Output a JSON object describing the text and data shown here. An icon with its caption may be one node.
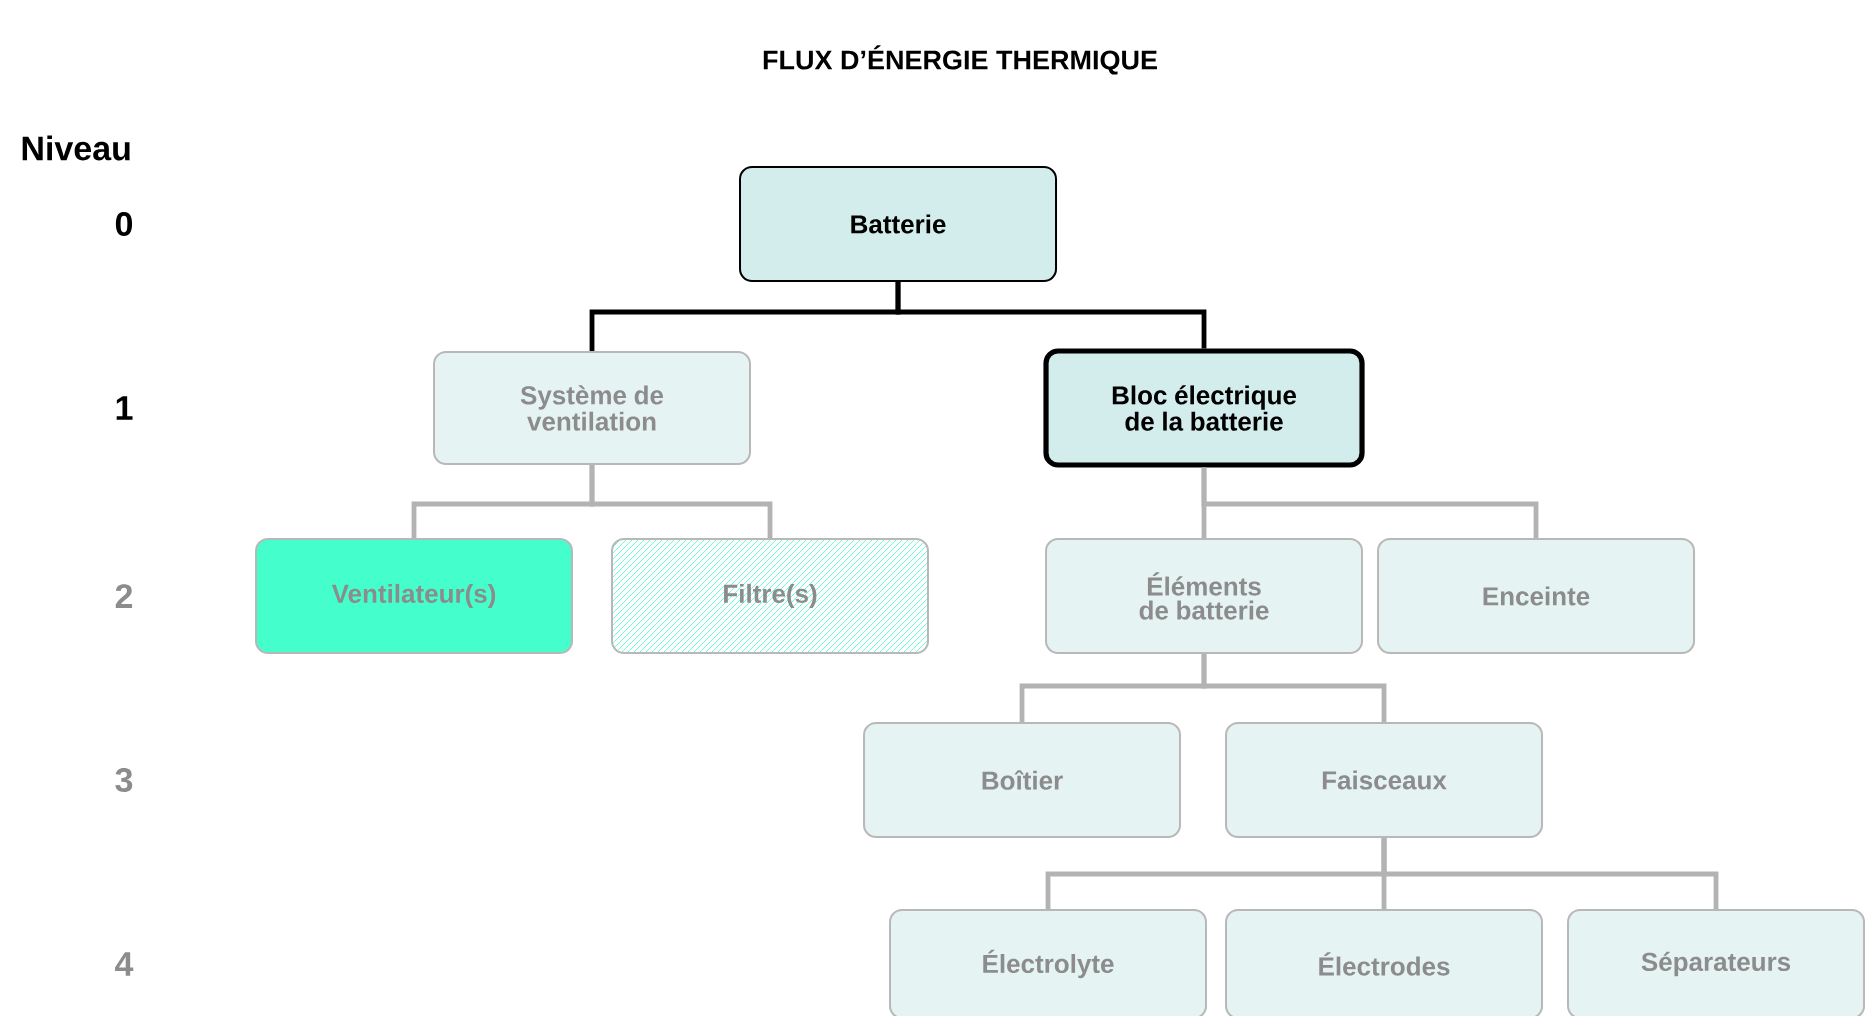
{
  "diagram": {
    "title": "FLUX D’ÉNERGIE THERMIQUE",
    "nodes": [
      {
        "text": [
          "Batterie"
        ]
      },
      {
        "text": [
          "Système de ventilation"
        ]
      },
      {
        "text": [
          "Bloc électrique de la batterie"
        ]
      },
      {
        "text": [
          "Ventilateur(s)"
        ]
      },
      {
        "text": [
          "Filtre(s)"
        ]
      },
      {
        "text": [
          "Éléments de batterie"
        ]
      },
      {
        "text": [
          "Enceinte"
        ]
      },
      {
        "text": [
          "Boîtier"
        ]
      },
      {
        "text": [
          "Faisceaux"
        ]
      },
      {
        "text": [
          "Électrolyte"
        ]
      },
      {
        "text": [
          "Électrodes"
        ]
      },
      {
        "text": [
          "Séparateurs"
        ]
      }
    ],
    "edges": [
      {
        "from": 0,
        "to": 1,
        "arrow": "none",
        "color": "#000000"
      },
      {
        "from": 0,
        "to": 2,
        "arrow": "none",
        "color": "#000000"
      },
      {
        "from": 1,
        "to": 3,
        "arrow": "none"
      },
      {
        "from": 1,
        "to": 4,
        "arrow": "none"
      },
      {
        "from": 2,
        "to": 5,
        "arrow": "none"
      },
      {
        "from": 2,
        "to": 6,
        "arrow": "none"
      },
      {
        "from": 5,
        "to": 7,
        "arrow": "none"
      },
      {
        "from": 5,
        "to": 8,
        "arrow": "none"
      },
      {
        "from": 8,
        "to": 9,
        "arrow": "none"
      },
      {
        "from": 8,
        "to": 10,
        "arrow": "none"
      },
      {
        "from": 8,
        "to": 11,
        "arrow": "none"
      }
    ],
    "labels": [
      "Niveau",
      "0",
      "1",
      "2",
      "3",
      "4"
    ]
  }
}
